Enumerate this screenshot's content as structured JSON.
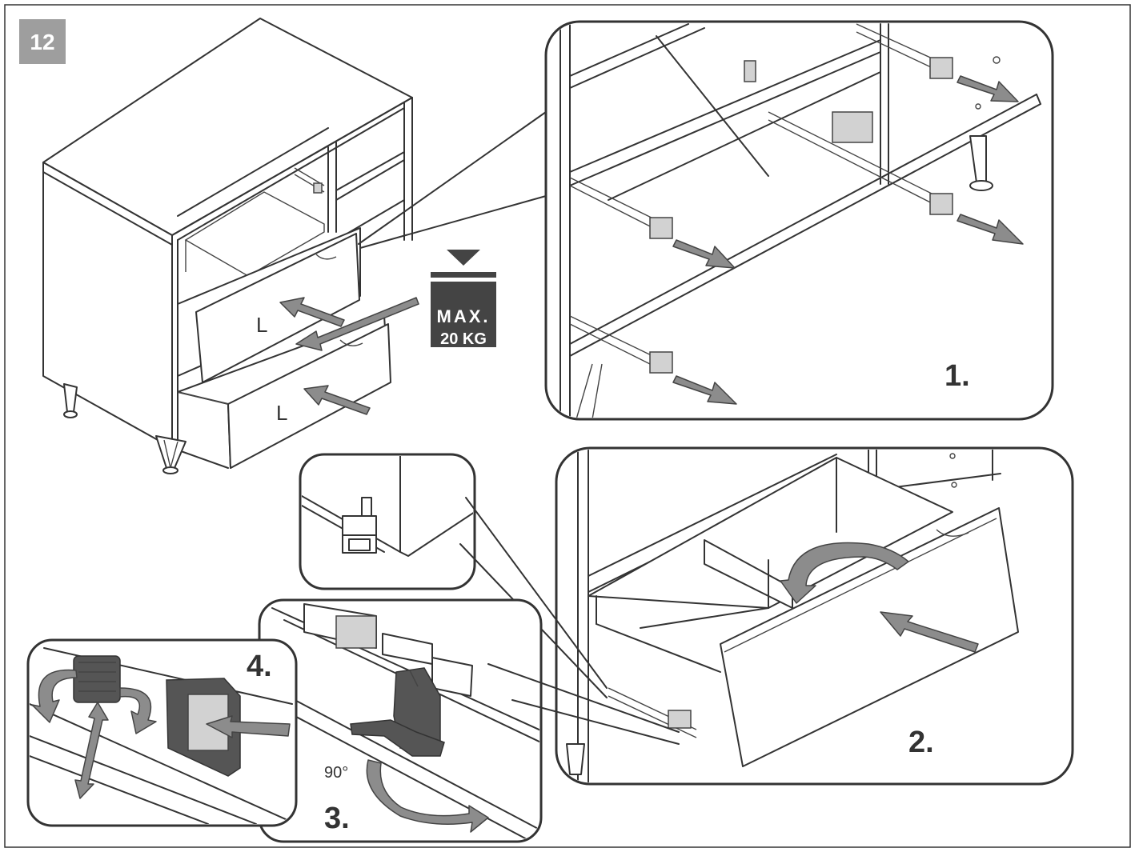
{
  "step_number": "12",
  "weight_label": {
    "line1": "MAX.",
    "line2": "20 KG"
  },
  "drawer_labels": [
    "L",
    "L"
  ],
  "detail_steps": {
    "step1": "1.",
    "step2": "2.",
    "step3": "3.",
    "step4": "4."
  },
  "angle_label": "90°",
  "colors": {
    "line": "#333333",
    "badge": "#9e9e9e",
    "arrow": "#8c8c8c",
    "weight_block": "#444444"
  }
}
